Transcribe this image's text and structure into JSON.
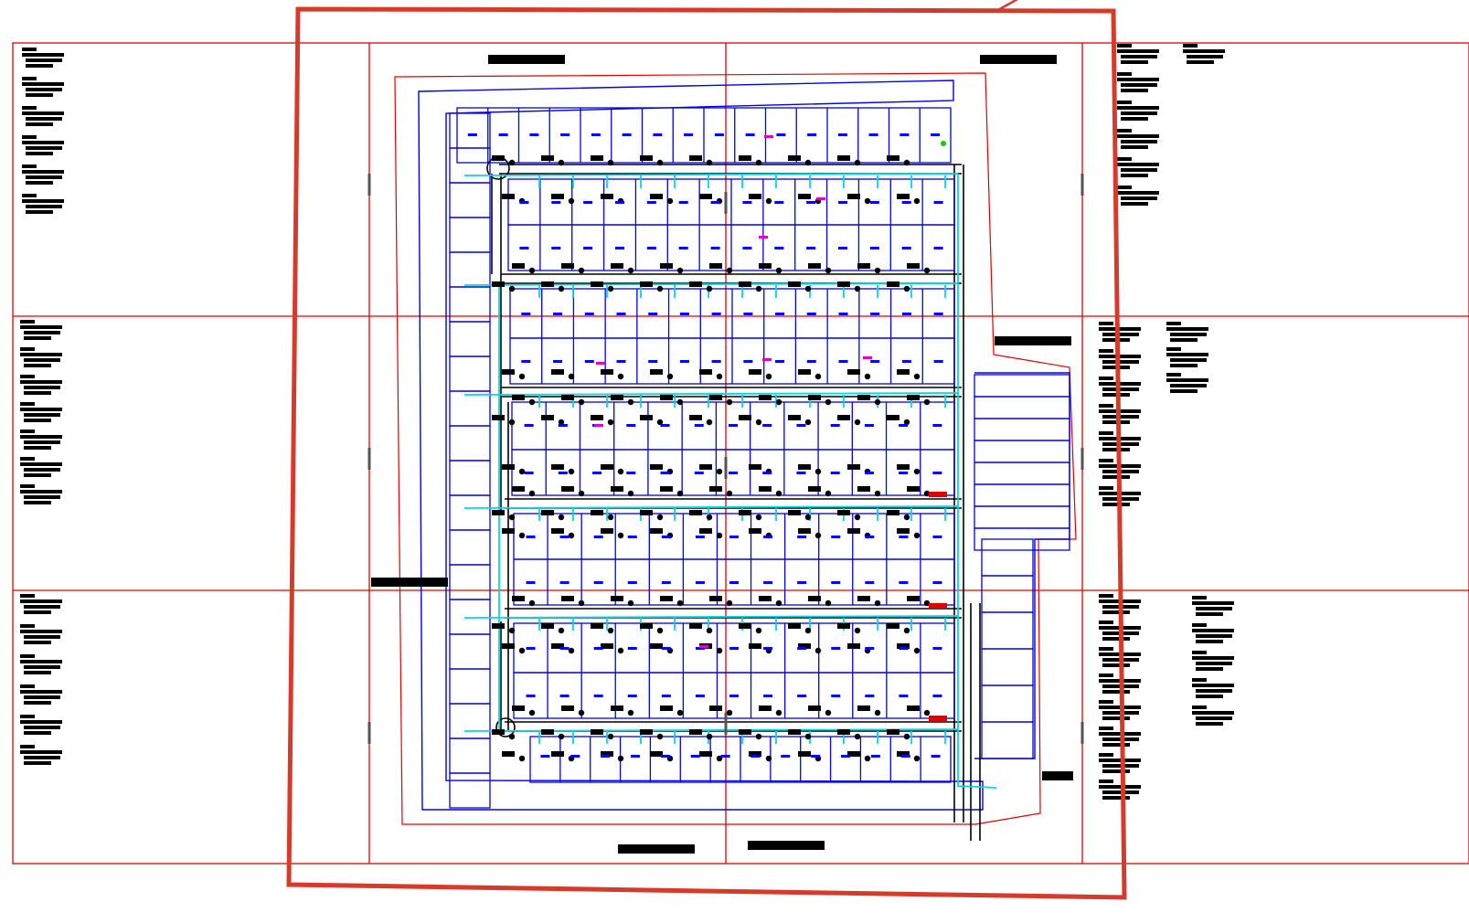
{
  "colors": {
    "background": "#ffffff",
    "sheet_grid": "#e00000",
    "review_box": "#d63a2a",
    "lot_lines": "#0000e6",
    "service_lines": "#00d8e8",
    "road_edge": "#000000",
    "lot_number": "#0000ff",
    "highlight_lot": "#e000c0",
    "block_marker": "#e00000",
    "structure_fill": "#000000"
  },
  "icons": {
    "structure": "filled-circle",
    "legend_block": "black-text-block",
    "title_bar": "black-bar"
  },
  "map": {
    "sheet_rows": 3,
    "sheet_columns": 4,
    "lot_rows": 11,
    "review_cloud": "red-rectangle"
  }
}
